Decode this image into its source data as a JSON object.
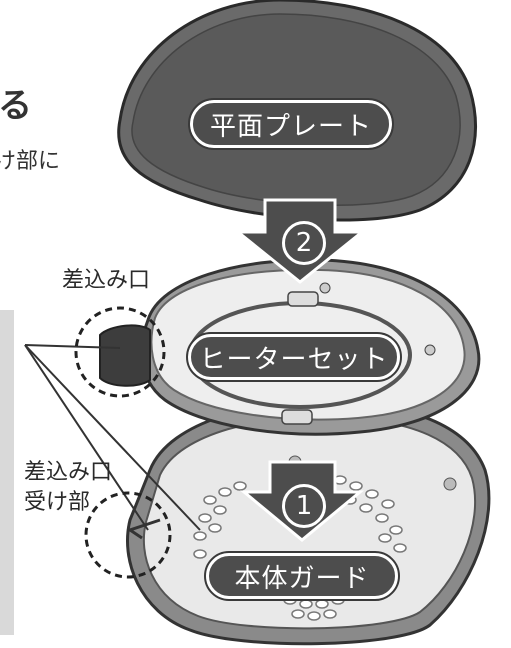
{
  "fragments": {
    "top_right_char": "る",
    "top_line": "け部に"
  },
  "labels": {
    "plate": "平面プレート",
    "heater": "ヒーターセット",
    "guard": "本体ガード",
    "inlet": "差込み口",
    "receiver_line1": "差込み口",
    "receiver_line2": "受け部"
  },
  "steps": {
    "two": "2",
    "one": "1"
  },
  "colors": {
    "dark": "#4d4d4d",
    "light": "#e6e6e6",
    "mid": "#9a9a9a"
  }
}
